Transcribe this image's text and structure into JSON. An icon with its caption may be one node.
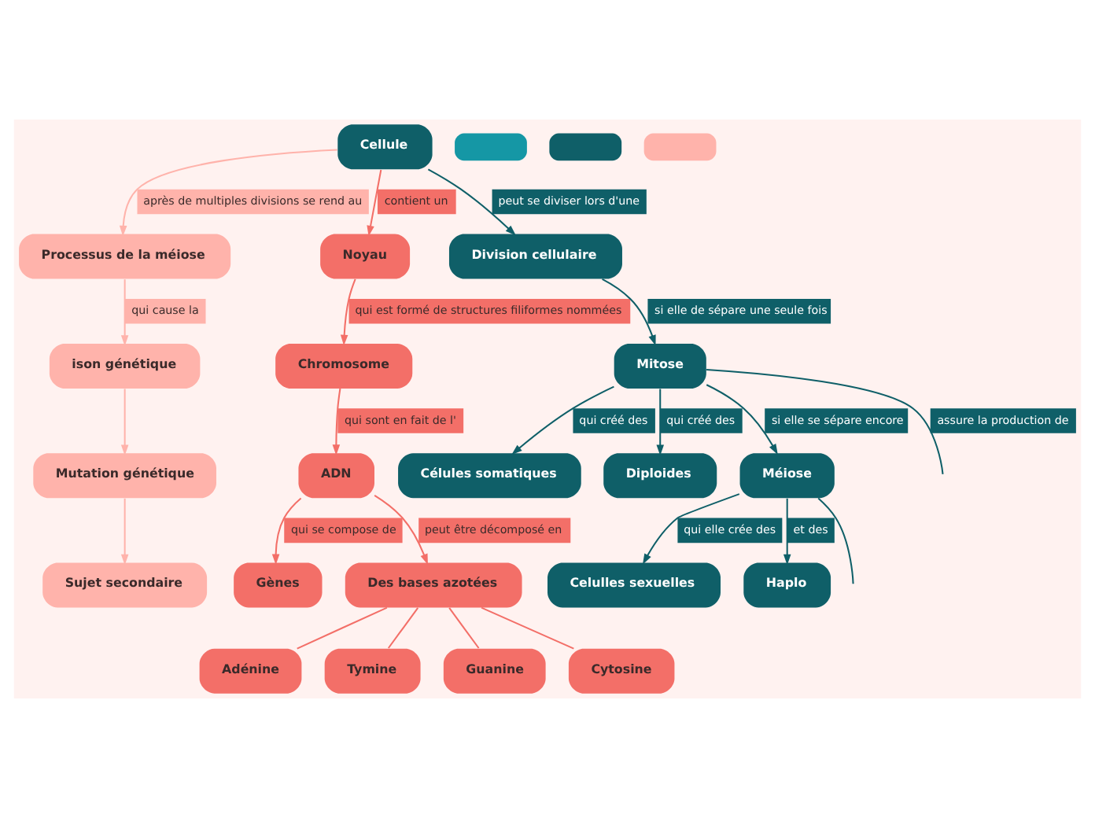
{
  "diagram": {
    "nodes": [
      {
        "text": [
          "Cellule"
        ]
      },
      {
        "text": [
          "Processus de la méiose"
        ]
      },
      {
        "text": [
          "Noyau"
        ]
      },
      {
        "text": [
          "Chromosome"
        ]
      },
      {
        "text": [
          "ADN"
        ]
      },
      {
        "text": [
          "Gènes"
        ]
      },
      {
        "text": [
          "Des bases azotées"
        ]
      },
      {
        "text": [
          "Adénine"
        ]
      },
      {
        "text": [
          "Tymine"
        ]
      },
      {
        "text": [
          "Guanine"
        ]
      },
      {
        "text": [
          "Cytosine"
        ]
      },
      {
        "text": [
          "ison génétique"
        ]
      },
      {
        "text": [
          "Mutation génétique"
        ]
      },
      {
        "text": [
          "Sujet secondaire"
        ]
      },
      {
        "text": [
          "Division cellulaire"
        ]
      },
      {
        "text": [
          "Mitose"
        ]
      },
      {
        "text": [
          "Célules somatiques"
        ]
      },
      {
        "text": [
          "Diploides"
        ]
      },
      {
        "text": [
          "Méiose"
        ]
      },
      {
        "text": [
          "Celulles sexuelles"
        ]
      },
      {
        "text": [
          "Haplo"
        ]
      },
      {
        "text": [],
        "shape": "box"
      },
      {
        "text": [],
        "shape": "box"
      },
      {
        "text": [],
        "shape": "box"
      }
    ],
    "edges": [
      {
        "from": 0,
        "to": 1,
        "arrow": "to",
        "label": "après de multiples divisions se rend au",
        "color": "#ffb3ab"
      },
      {
        "from": 0,
        "to": 2,
        "arrow": "to",
        "label": "contient un"
      },
      {
        "from": 2,
        "to": 3,
        "arrow": "to",
        "label": "qui est formé de structures filiformes nommées"
      },
      {
        "from": 3,
        "to": 4,
        "arrow": "to",
        "label": "qui sont en fait de l'"
      },
      {
        "from": 4,
        "to": 5,
        "arrow": "to",
        "label": "qui se compose de"
      },
      {
        "from": 4,
        "to": 6,
        "arrow": "to",
        "label": "peut être décomposé en"
      },
      {
        "from": 6,
        "to": 7,
        "arrow": "none"
      },
      {
        "from": 6,
        "to": 8,
        "arrow": "none"
      },
      {
        "from": 6,
        "to": 9,
        "arrow": "none"
      },
      {
        "from": 6,
        "to": 10,
        "arrow": "none"
      },
      {
        "from": 1,
        "to": 11,
        "arrow": "to",
        "label": "qui cause la",
        "color": "#ffb3ab"
      },
      {
        "from": 11,
        "to": 12,
        "arrow": "to",
        "color": "#ffb3ab"
      },
      {
        "from": 12,
        "to": 13,
        "arrow": "to",
        "color": "#ffb3ab"
      },
      {
        "from": 0,
        "to": 14,
        "arrow": "to",
        "label": "peut se diviser lors d'une",
        "color": "#0f5f68"
      },
      {
        "from": 14,
        "to": 15,
        "arrow": "to",
        "label": "si elle de sépare une seule fois",
        "color": "#0f5f68"
      },
      {
        "from": 15,
        "to": 16,
        "arrow": "to",
        "label": "qui créé des",
        "color": "#0f5f68"
      },
      {
        "from": 15,
        "to": 17,
        "arrow": "to",
        "label": "qui créé des",
        "color": "#0f5f68"
      },
      {
        "from": 15,
        "to": 18,
        "arrow": "to",
        "label": "si elle se sépare encore",
        "color": "#0f5f68"
      },
      {
        "from": 18,
        "to": 19,
        "arrow": "to",
        "label": "qui elle crée des",
        "color": "#0f5f68"
      },
      {
        "from": 18,
        "to": 20,
        "arrow": "to",
        "label": "et des",
        "color": "#0f5f68"
      },
      {
        "from": 15,
        "to": null,
        "arrow": "none",
        "label": "assure la production de",
        "color": "#0f5f68"
      },
      {
        "from": 18,
        "to": null,
        "arrow": "none",
        "color": "#0f5f68"
      }
    ]
  }
}
